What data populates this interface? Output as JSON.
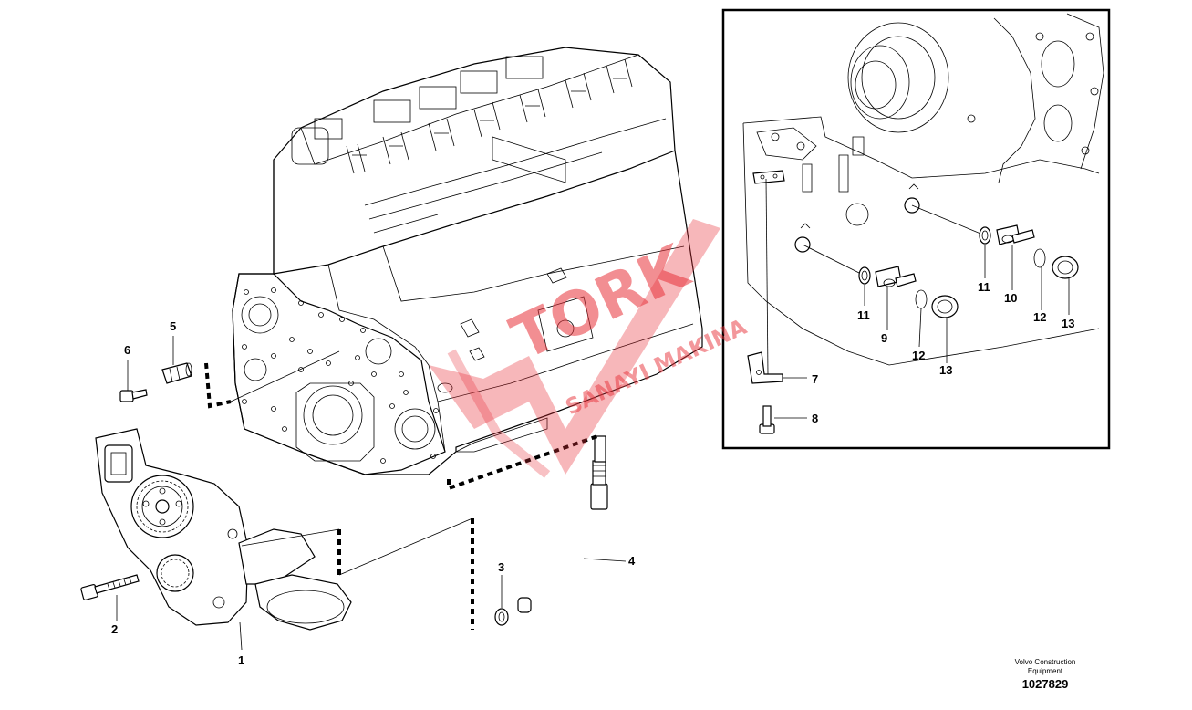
{
  "callouts": {
    "c1": "1",
    "c2": "2",
    "c3": "3",
    "c4": "4",
    "c5": "5",
    "c6": "6",
    "c7": "7",
    "c8": "8",
    "c9": "9",
    "c10": "10",
    "c11a": "11",
    "c11b": "11",
    "c12a": "12",
    "c12b": "12",
    "c13a": "13",
    "c13b": "13"
  },
  "watermark": {
    "main": "TORK",
    "sub": "SANAYI MAKINA",
    "color": "#e8323a"
  },
  "footer": {
    "company_line1": "Volvo Construction",
    "company_line2": "Equipment",
    "drawing_number": "1027829"
  }
}
